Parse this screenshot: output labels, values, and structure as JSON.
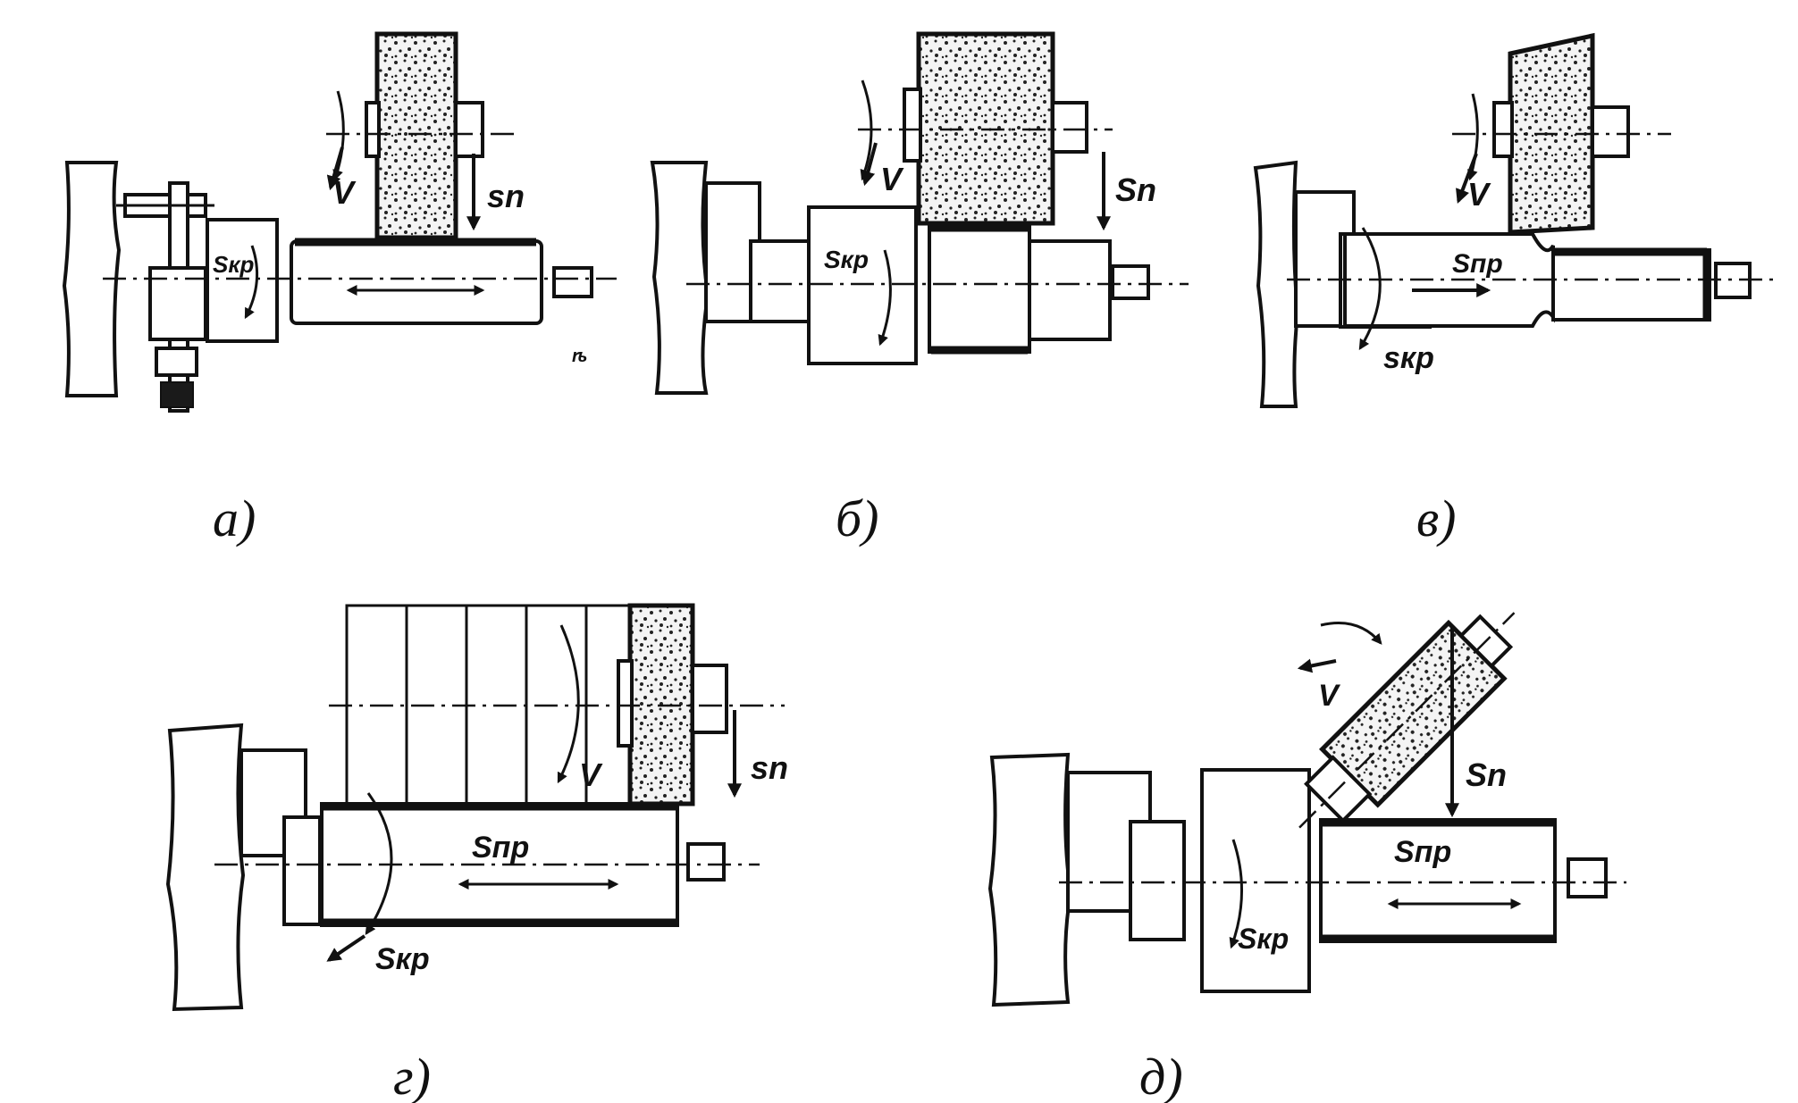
{
  "figures": [
    {
      "id": "a",
      "caption": "а)",
      "labels": {
        "v": "V",
        "sn": "sn",
        "skr": "Sкр"
      }
    },
    {
      "id": "b",
      "caption": "б)",
      "labels": {
        "v": "V",
        "sn": "Sn",
        "skr": "Sкр"
      }
    },
    {
      "id": "v",
      "caption": "в)",
      "labels": {
        "v": "V",
        "snp": "Sпр",
        "skr": "sкр"
      }
    },
    {
      "id": "g",
      "caption": "г)",
      "labels": {
        "v": "V",
        "sn": "sn",
        "snp": "Sпр",
        "skr": "Sкр"
      }
    },
    {
      "id": "d",
      "caption": "д)",
      "labels": {
        "v": "V",
        "sn": "Sn",
        "snp": "Sпр",
        "skr": "Sкр"
      }
    }
  ],
  "stray_mark": "ѣ"
}
